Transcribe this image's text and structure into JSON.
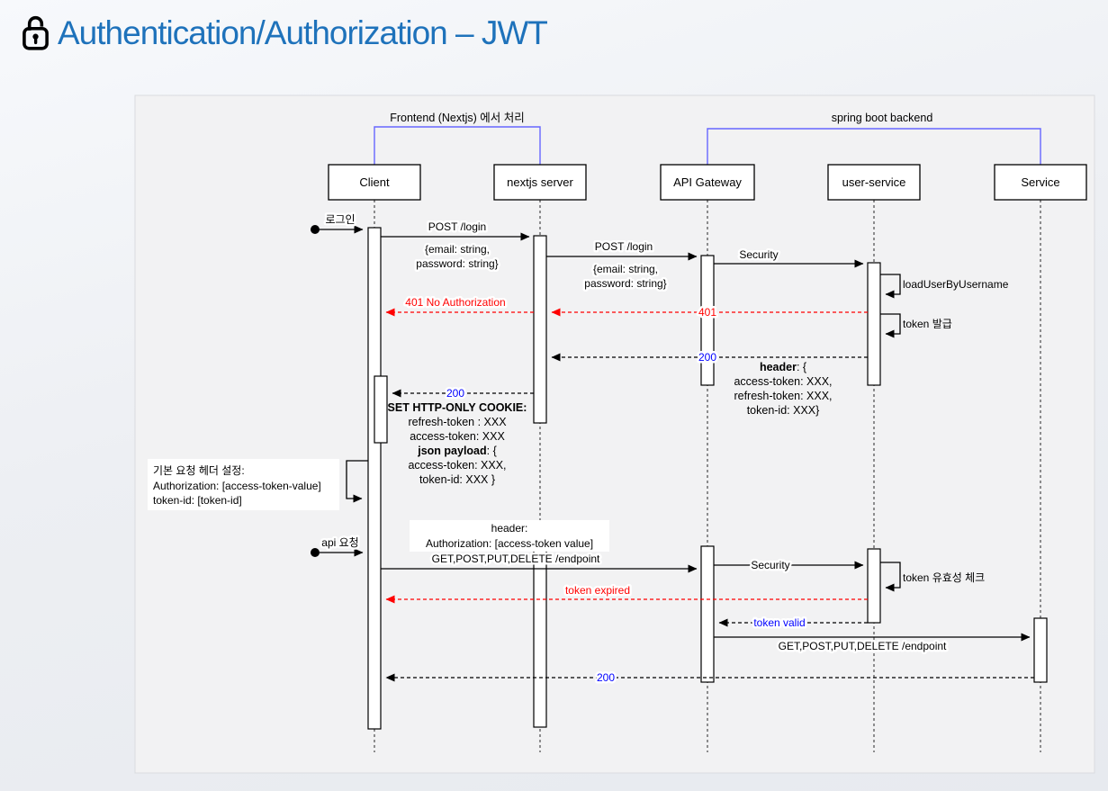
{
  "title": {
    "text": "Authentication/Authorization – JWT"
  },
  "colors": {
    "title_blue": "#1e72bb",
    "group_bracket_blue": "#6666ff",
    "error_red": "#ff0000",
    "status_blue": "#0000ff"
  },
  "diagram": {
    "groups": {
      "frontend": "Frontend (Nextjs) 에서 처리",
      "backend": "spring boot backend"
    },
    "actors": [
      {
        "label": "Client"
      },
      {
        "label": "nextjs server"
      },
      {
        "label": "API Gateway"
      },
      {
        "label": "user-service"
      },
      {
        "label": "Service"
      }
    ],
    "messages": {
      "login_trigger": "로그인",
      "post_login_client": "POST /login",
      "post_login_client_body_1": "{email: string,",
      "post_login_client_body_2": "password: string}",
      "post_login_gateway": "POST /login",
      "post_login_gateway_body_1": "{email: string,",
      "post_login_gateway_body_2": "password: string}",
      "security_login": "Security",
      "load_user_by_username": "loadUserByUsername",
      "status_401": "401",
      "status_401_no_authorization": "401 No Authorization",
      "token_issue": "token 발급",
      "status_200_to_nextjs": "200",
      "status_200_to_client": "200",
      "api_trigger": "api 요청",
      "get_endpoint_to_gateway": "GET,POST,PUT,DELETE /endpoint",
      "security_api": "Security",
      "token_validity_check": "token 유효성 체크",
      "token_expired": "token expired",
      "token_valid": "token valid",
      "get_endpoint_to_service": "GET,POST,PUT,DELETE /endpoint",
      "status_200_final": "200"
    },
    "blocks": {
      "token_header": {
        "bold": "header",
        "rest": ": {",
        "line1": "access-token: XXX,",
        "line2": "refresh-token: XXX,",
        "line3": "token-id: XXX}"
      },
      "set_cookie": {
        "title": "SET HTTP-ONLY COOKIE:",
        "line1": "refresh-token : XXX",
        "line2": "access-token: XXX",
        "line3_bold": "json payload",
        "line3_rest": ": {",
        "line4": "access-token: XXX,",
        "line5": "token-id: XXX }"
      },
      "default_header_setup": {
        "line1": "기본 요청 헤더 설정:",
        "line2": "Authorization:  [access-token-value]",
        "line3": "token-id: [token-id]"
      },
      "request_header": {
        "line1": "header:",
        "line2": "Authorization: [access-token value]"
      }
    }
  }
}
